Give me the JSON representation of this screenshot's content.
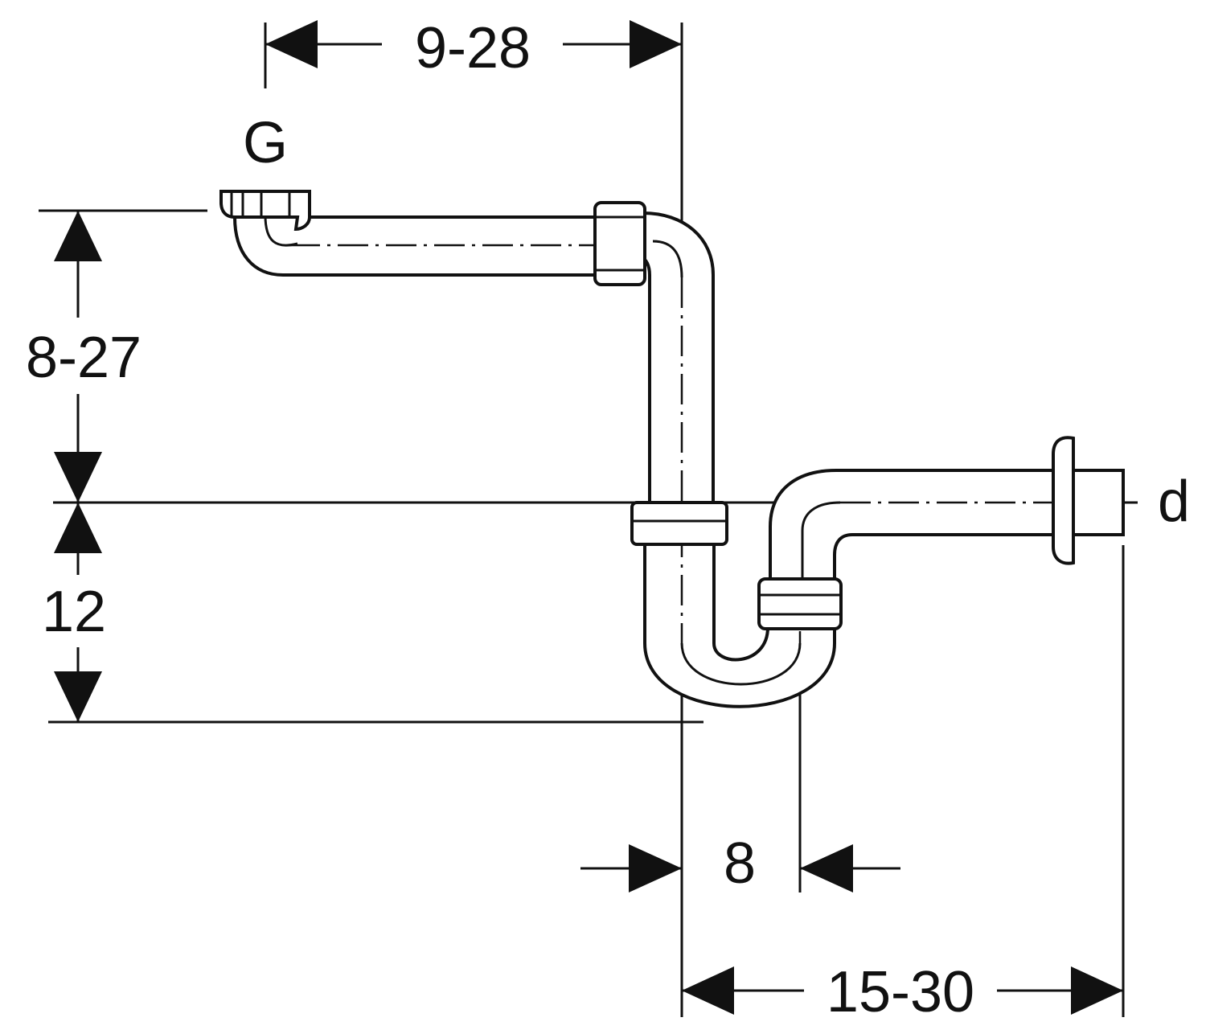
{
  "dimensions": {
    "top_width": "9-28",
    "left_height": "8-27",
    "lower_height": "12",
    "offset": "8",
    "bottom_width": "15-30"
  },
  "labels": {
    "inlet": "G",
    "outlet": "d"
  },
  "colors": {
    "ink": "#111111",
    "background": "#ffffff"
  }
}
